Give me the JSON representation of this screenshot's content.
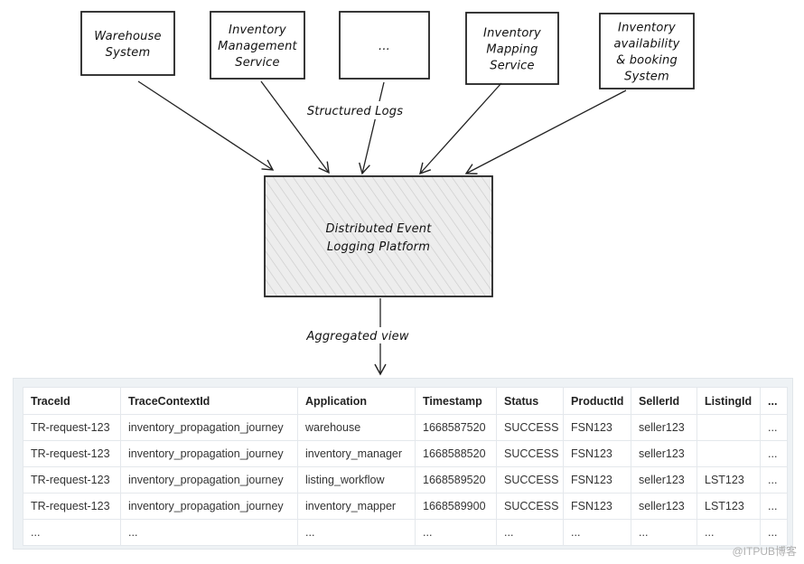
{
  "sources": [
    {
      "lines": [
        "Warehouse",
        "System"
      ]
    },
    {
      "lines": [
        "Inventory",
        "Management",
        "Service"
      ]
    },
    {
      "lines": [
        "..."
      ]
    },
    {
      "lines": [
        "Inventory",
        "Mapping",
        "Service"
      ]
    },
    {
      "lines": [
        "Inventory",
        "availability",
        "& booking",
        "System"
      ]
    }
  ],
  "edge_label_logs": "Structured Logs",
  "platform": {
    "lines": [
      "Distributed Event",
      "Logging Platform"
    ]
  },
  "edge_label_view": "Aggregated view",
  "table": {
    "columns": [
      "TraceId",
      "TraceContextId",
      "Application",
      "Timestamp",
      "Status",
      "ProductId",
      "SellerId",
      "ListingId",
      "..."
    ],
    "rows": [
      [
        "TR-request-123",
        "inventory_propagation_journey",
        "warehouse",
        "1668587520",
        "SUCCESS",
        "FSN123",
        "seller123",
        "",
        "..."
      ],
      [
        "TR-request-123",
        "inventory_propagation_journey",
        "inventory_manager",
        "1668588520",
        "SUCCESS",
        "FSN123",
        "seller123",
        "",
        "..."
      ],
      [
        "TR-request-123",
        "inventory_propagation_journey",
        "listing_workflow",
        "1668589520",
        "SUCCESS",
        "FSN123",
        "seller123",
        "LST123",
        "..."
      ],
      [
        "TR-request-123",
        "inventory_propagation_journey",
        "inventory_mapper",
        "1668589900",
        "SUCCESS",
        "FSN123",
        "seller123",
        "LST123",
        "..."
      ],
      [
        "...",
        "...",
        "...",
        "...",
        "...",
        "...",
        "...",
        "...",
        "..."
      ]
    ]
  },
  "watermark": "@ITPUB博客"
}
